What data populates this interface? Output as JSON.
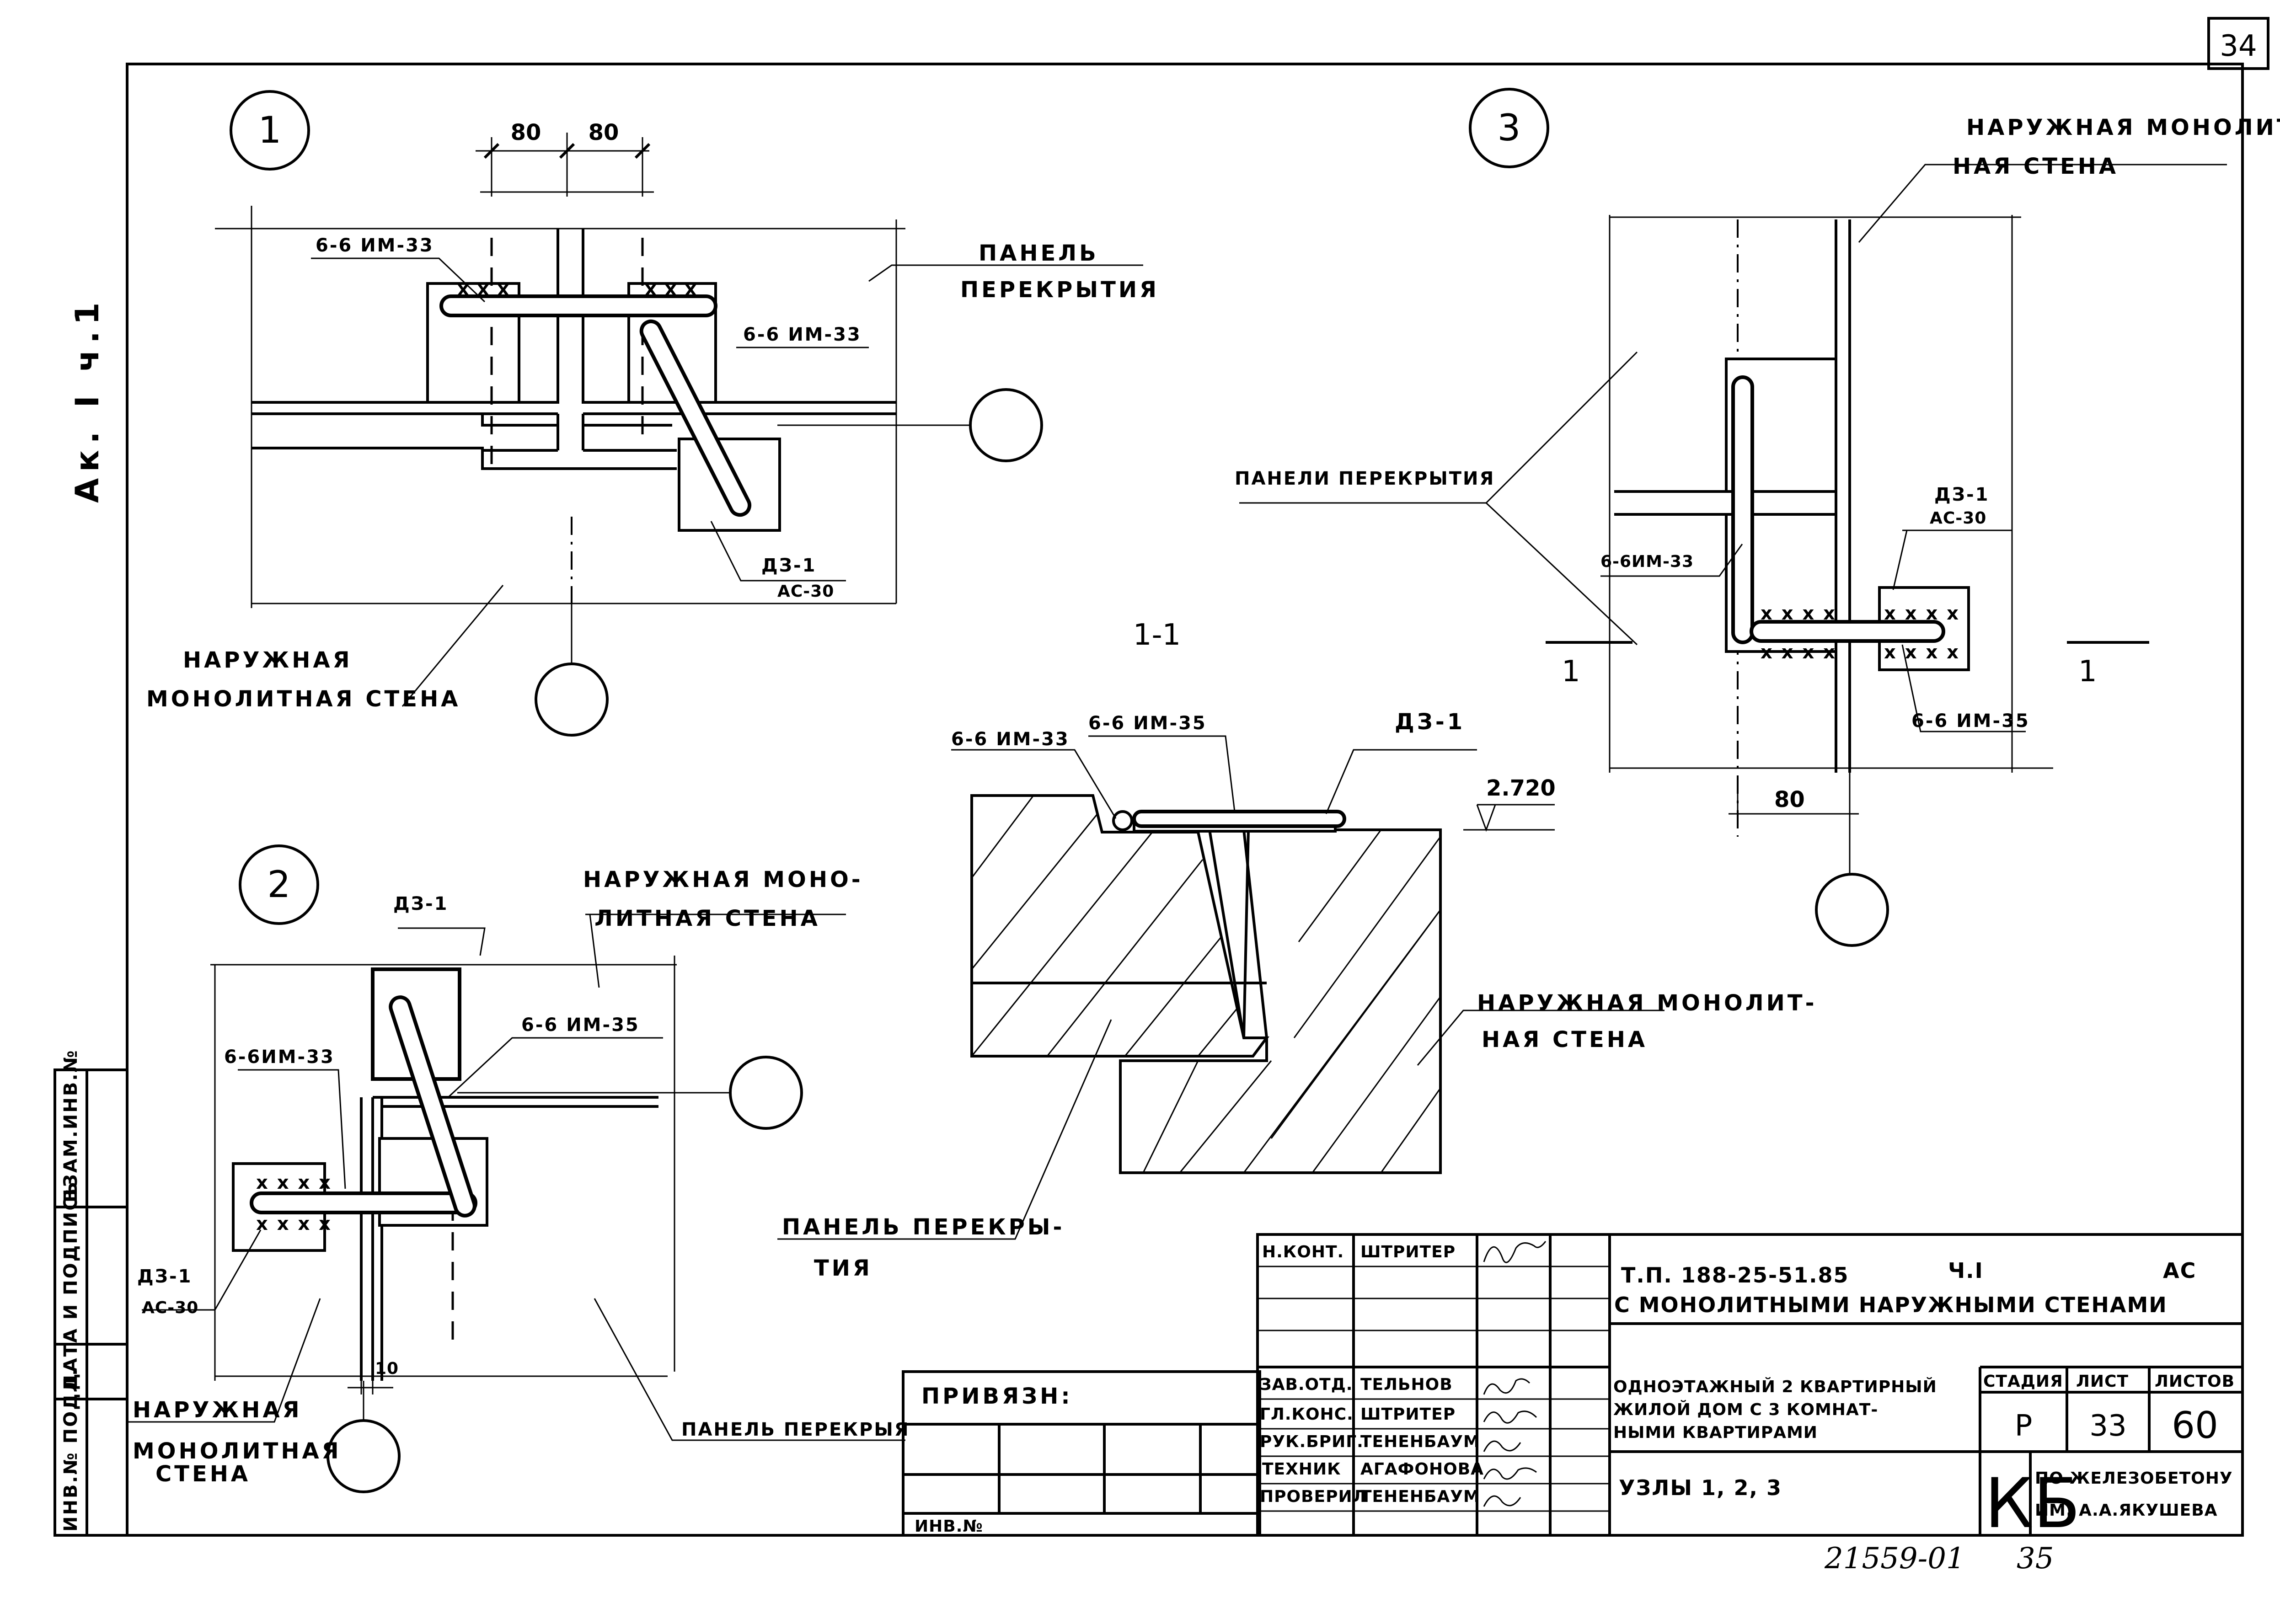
{
  "sheet": {
    "page_number": "34",
    "archive_label": "Ак. I ч.1",
    "bottom_doc_number": "21559-01",
    "bottom_page": "35"
  },
  "side_stamp": [
    "ИНВ.№ ПОДЛ.",
    "ДАТА И ПОДПИСЬ",
    "ВЗАМ.ИНВ.№"
  ],
  "node1": {
    "id": "1",
    "dim_left": "80",
    "dim_right": "80",
    "rebar_top": "6-6 ИМ-33",
    "rebar_diag": "6-6 ИМ-33",
    "panel_label": [
      "ПАНЕЛЬ",
      "ПЕРЕКРЫТИЯ"
    ],
    "embed": "ДЗ-1",
    "embed_sub": "АС-30",
    "wall_label": [
      "НАРУЖНАЯ",
      "МОНОЛИТНАЯ СТЕНА"
    ]
  },
  "node2": {
    "id": "2",
    "embed_top": "ДЗ-1",
    "wall_label_top": [
      "НАРУЖНАЯ МОНО-",
      "ЛИТНАЯ СТЕНА"
    ],
    "rebar_diag": "6-6 ИМ-35",
    "rebar_left": "6-6ИМ-33",
    "embed_left": "ДЗ-1",
    "embed_left_sub": "АС-30",
    "dim_bottom": "10",
    "wall_label": [
      "НАРУЖНАЯ",
      "МОНОЛИТНАЯ",
      "СТЕНА"
    ],
    "panel_label": "ПАНЕЛЬ ПЕРЕКРЫЯ"
  },
  "node3": {
    "id": "3",
    "wall_label": [
      "НАРУЖНАЯ МОНОЛИТ-",
      "НАЯ СТЕНА"
    ],
    "panel_label": "ПАНЕЛИ ПЕРЕКРЫТИЯ",
    "embed": "ДЗ-1",
    "embed_sub": "АС-30",
    "rebar_left": "6-6ИМ-33",
    "rebar_bottom": "6-6 ИМ-35",
    "dim_bottom": "80",
    "section_left": "1",
    "section_right": "1"
  },
  "section11": {
    "title": "1-1",
    "rebar_left": "6-6 ИМ-33",
    "rebar_top": "6-6 ИМ-35",
    "embed": "ДЗ-1",
    "elevation": "2.720",
    "wall_label": [
      "НАРУЖНАЯ МОНОЛИТ-",
      "НАЯ СТЕНА"
    ],
    "panel_label": [
      "ПАНЕЛЬ ПЕРЕКРЫ-",
      "ТИЯ"
    ]
  },
  "binding": {
    "title": "ПРИВЯЗН:",
    "inv_label": "ИНВ.№"
  },
  "title_block": {
    "roles": [
      "Н.КОНТ.",
      "ЗАВ.ОТД.",
      "ГЛ.КОНС.",
      "РУК.БРИГ.",
      "ТЕХНИК",
      "ПРОВЕРИЛ"
    ],
    "names": [
      "ШТРИТЕР",
      "ТЕЛЬНОВ",
      "ШТРИТЕР",
      "ТЕНЕНБАУМ",
      "АГАФОНОВА",
      "ТЕНЕНБАУМ"
    ],
    "project_code": "Т.П. 188-25-51.85",
    "part": "Ч.I",
    "mark": "АС",
    "project_subtitle": "С МОНОЛИТНЫМИ НАРУЖНЫМИ СТЕНАМИ",
    "building_desc": [
      "ОДНОЭТАЖНЫЙ 2 КВАРТИРНЫЙ",
      "ЖИЛОЙ ДОМ С 3 КОМНАТ-",
      "НЫМИ КВАРТИРАМИ"
    ],
    "sheet_title": "УЗЛЫ 1, 2, 3",
    "col_stage": "СТАДИЯ",
    "col_sheet": "ЛИСТ",
    "col_sheets": "ЛИСТОВ",
    "stage": "Р",
    "sheet": "33",
    "sheets": "60",
    "org_logo": "КБ",
    "org_name": [
      "ПО ЖЕЛЕЗОБЕТОНУ",
      "ИМ. А.А.ЯКУШЕВА"
    ]
  }
}
